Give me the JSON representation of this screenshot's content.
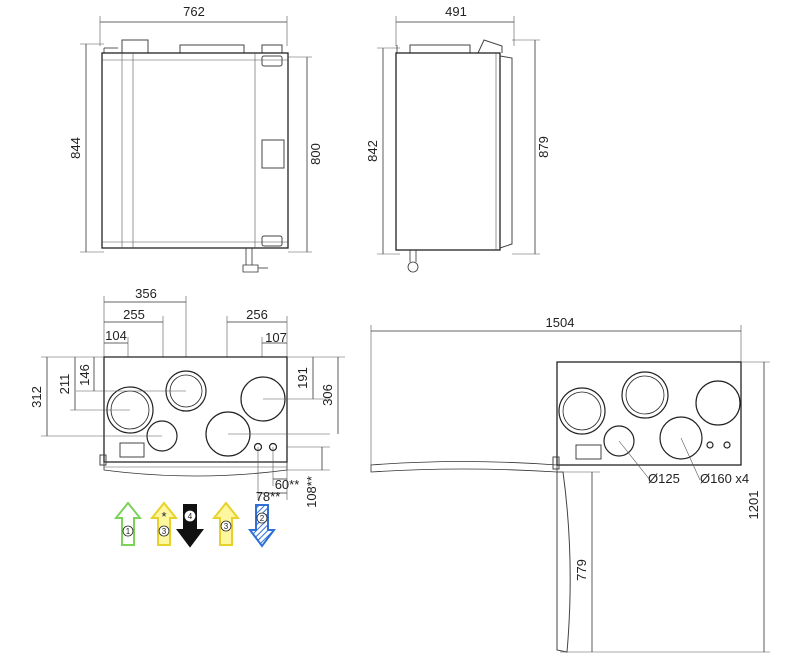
{
  "dimensions": {
    "front_width": "762",
    "front_height_total": "844",
    "front_height_body": "800",
    "side_width": "491",
    "side_height_body": "842",
    "side_height_total": "879",
    "top_356": "356",
    "top_255": "255",
    "top_104": "104",
    "top_256": "256",
    "top_107": "107",
    "top_312": "312",
    "top_211": "211",
    "top_146": "146",
    "top_191": "191",
    "top_306": "306",
    "top_60": "60**",
    "top_78": "78**",
    "top_108": "108**",
    "open_width": "1504",
    "open_height": "1201",
    "open_779": "779",
    "dia_125": "Ø125",
    "dia_160": "Ø160 x4"
  },
  "legend": {
    "asterisk": "*",
    "arrows": [
      {
        "num": "1",
        "direction": "up",
        "color": "#7dd35a",
        "fill": "#ffffff"
      },
      {
        "num": "3",
        "direction": "up",
        "color": "#e8d12a",
        "fill": "#fff6a0"
      },
      {
        "num": "4",
        "direction": "down",
        "color": "#111111",
        "fill": "#111111"
      },
      {
        "num": "3",
        "direction": "up",
        "color": "#e8d12a",
        "fill": "#fff6a0"
      },
      {
        "num": "2",
        "direction": "down",
        "color": "#2f6fd6",
        "fill": "#6aa0ea"
      }
    ]
  }
}
